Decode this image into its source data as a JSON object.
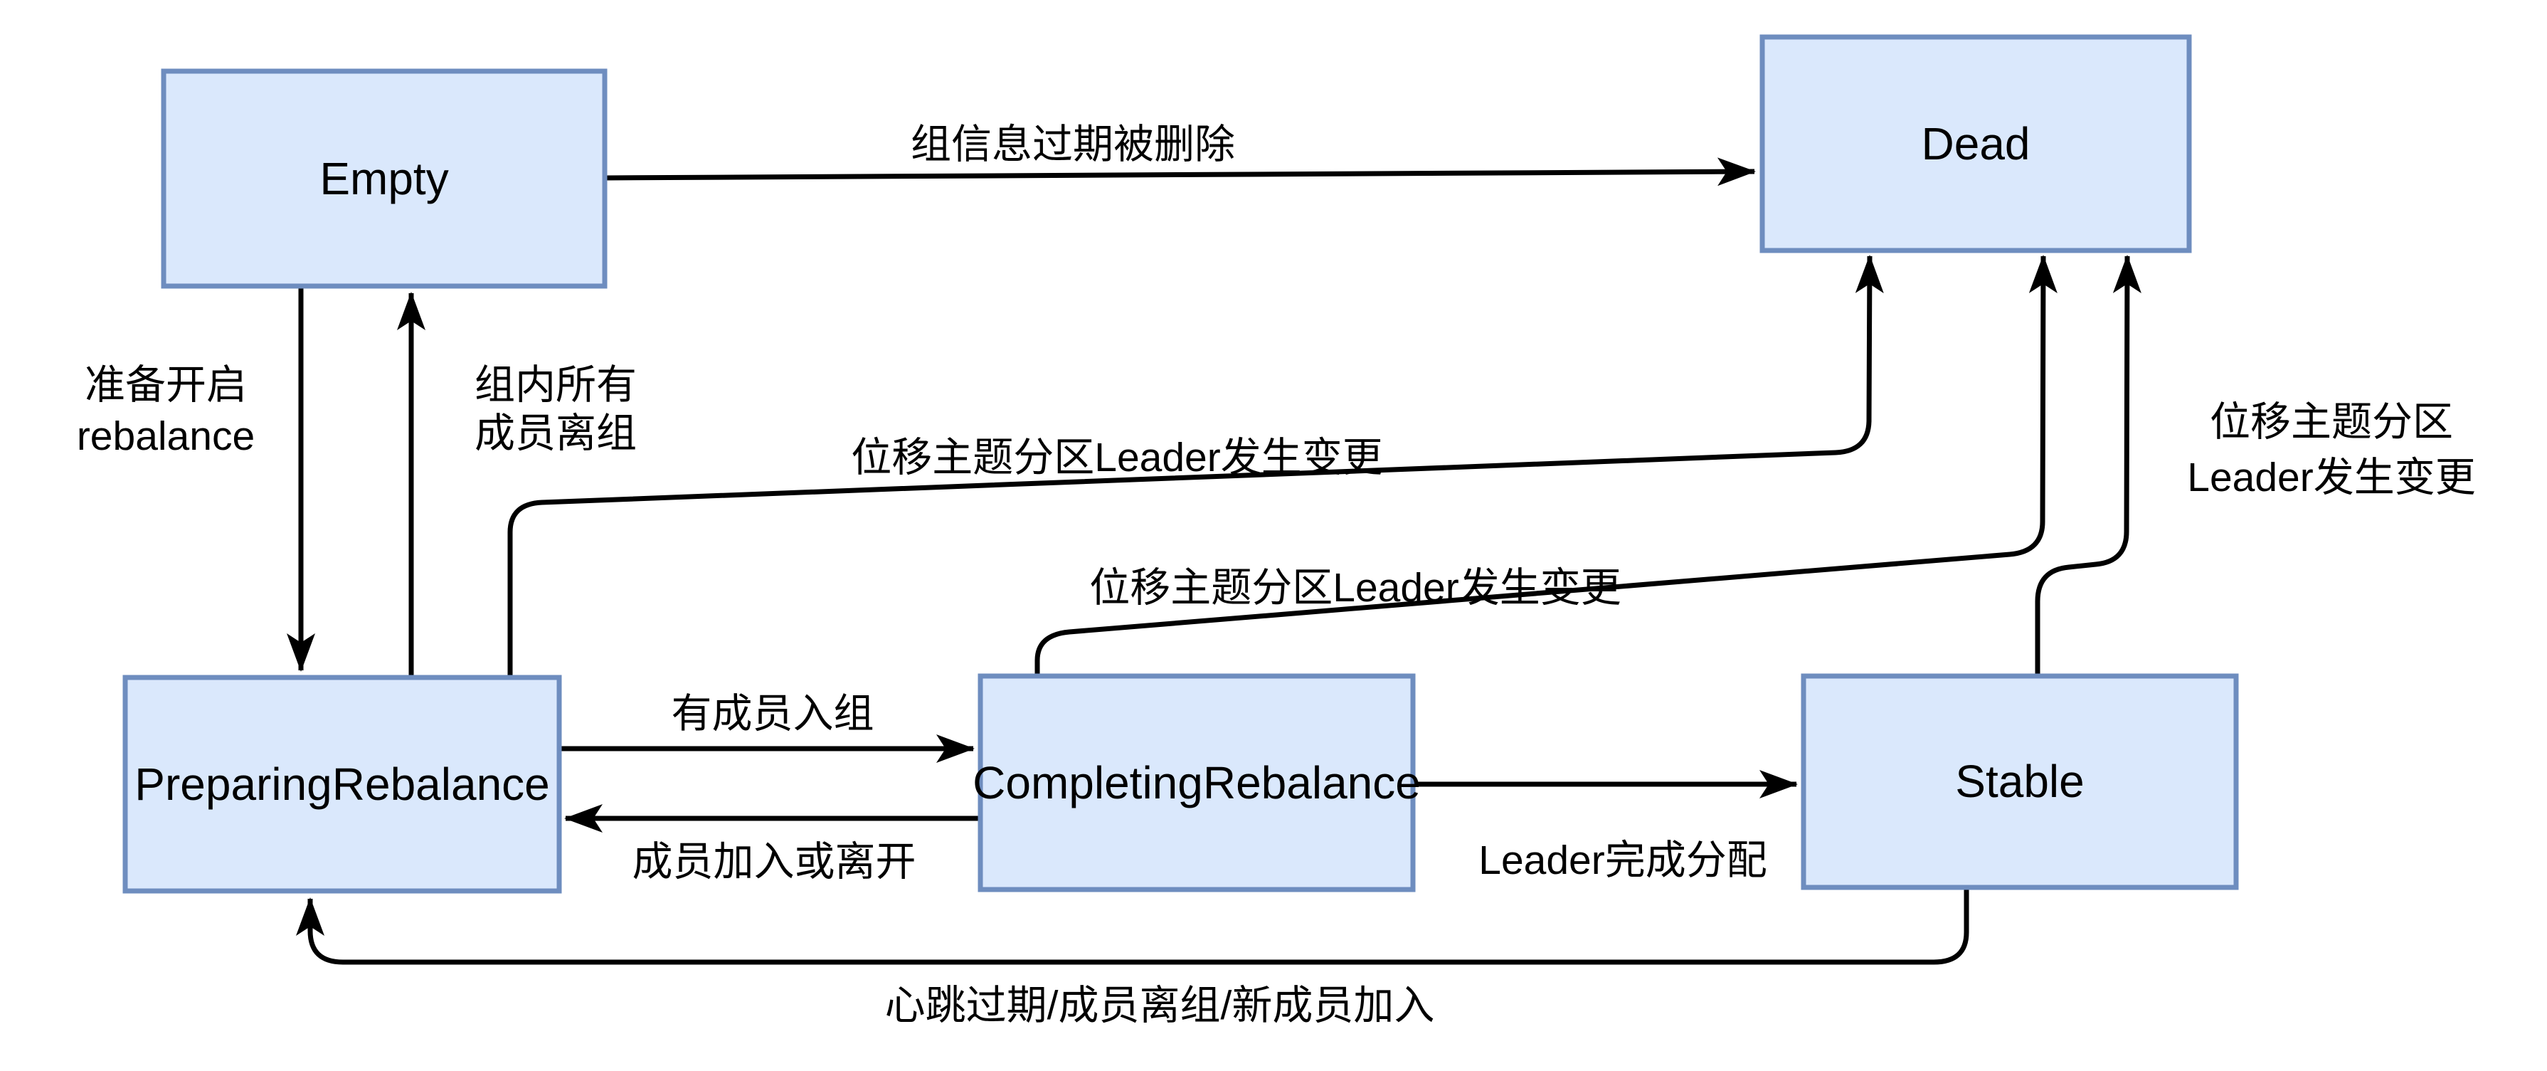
{
  "diagram": {
    "title": "Kafka consumer group state machine",
    "colors": {
      "node_fill": "#dae8fc",
      "node_border": "#6e8dbf",
      "edge": "#000000",
      "background": "#ffffff",
      "text": "#000000"
    },
    "nodes": {
      "empty": "Empty",
      "dead": "Dead",
      "preparing": "PreparingRebalance",
      "completing": "CompletingRebalance",
      "stable": "Stable"
    },
    "edges": {
      "empty_to_dead": "组信息过期被删除",
      "empty_to_preparing_line1": "准备开启",
      "empty_to_preparing_line2": "rebalance",
      "preparing_to_empty_line1": "组内所有",
      "preparing_to_empty_line2": "成员离组",
      "preparing_to_dead": "位移主题分区Leader发生变更",
      "completing_to_dead": "位移主题分区Leader发生变更",
      "stable_to_dead_line1": "位移主题分区",
      "stable_to_dead_line2": "Leader发生变更",
      "preparing_to_completing": "有成员入组",
      "completing_to_preparing": "成员加入或离开",
      "completing_to_stable": "Leader完成分配",
      "stable_to_preparing": "心跳过期/成员离组/新成员加入"
    }
  }
}
